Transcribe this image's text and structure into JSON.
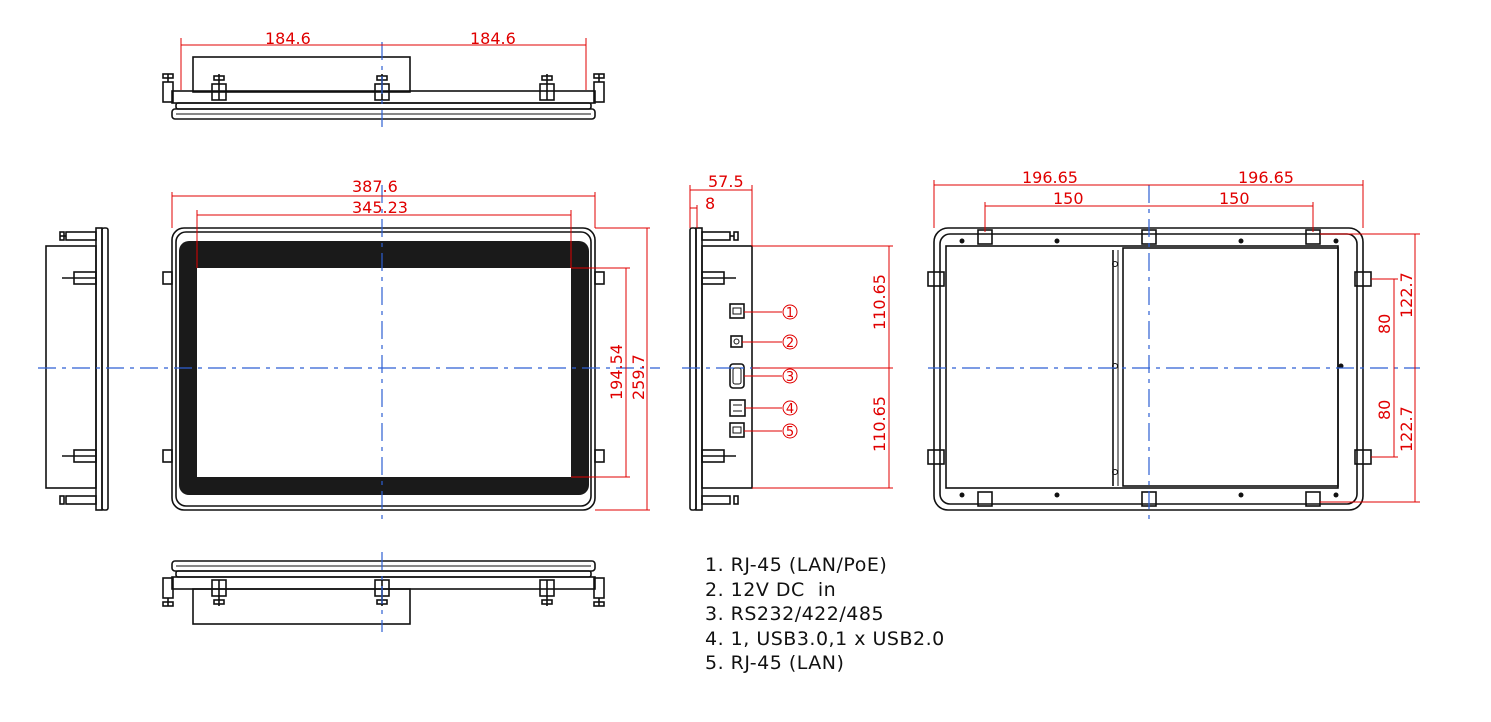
{
  "dimensions": {
    "top_left": "184.6",
    "top_right": "184.6",
    "front_width": "387.6",
    "front_active_width": "345.23",
    "front_active_height": "194.54",
    "front_height": "259.7",
    "side_depth": "57.5",
    "side_bezel": "8",
    "side_upper": "110.65",
    "side_lower": "110.65",
    "rear_left": "196.65",
    "rear_right": "196.65",
    "rear_hole_left": "150",
    "rear_hole_right": "150",
    "rear_upper_outer": "122.7",
    "rear_upper_inner": "80",
    "rear_lower_inner": "80",
    "rear_lower_outer": "122.7"
  },
  "callouts": [
    "1",
    "2",
    "3",
    "4",
    "5"
  ],
  "legend": [
    "1. RJ-45 (LAN/PoE)",
    "2. 12V DC  in",
    "3. RS232/422/485",
    "4. 1, USB3.0,1 x USB2.0",
    "5. RJ-45 (LAN)"
  ],
  "colors": {
    "dimension": "#e00000",
    "outline": "#111111",
    "centerline": "#2d5fd3",
    "screen": "#1a1a1a"
  }
}
